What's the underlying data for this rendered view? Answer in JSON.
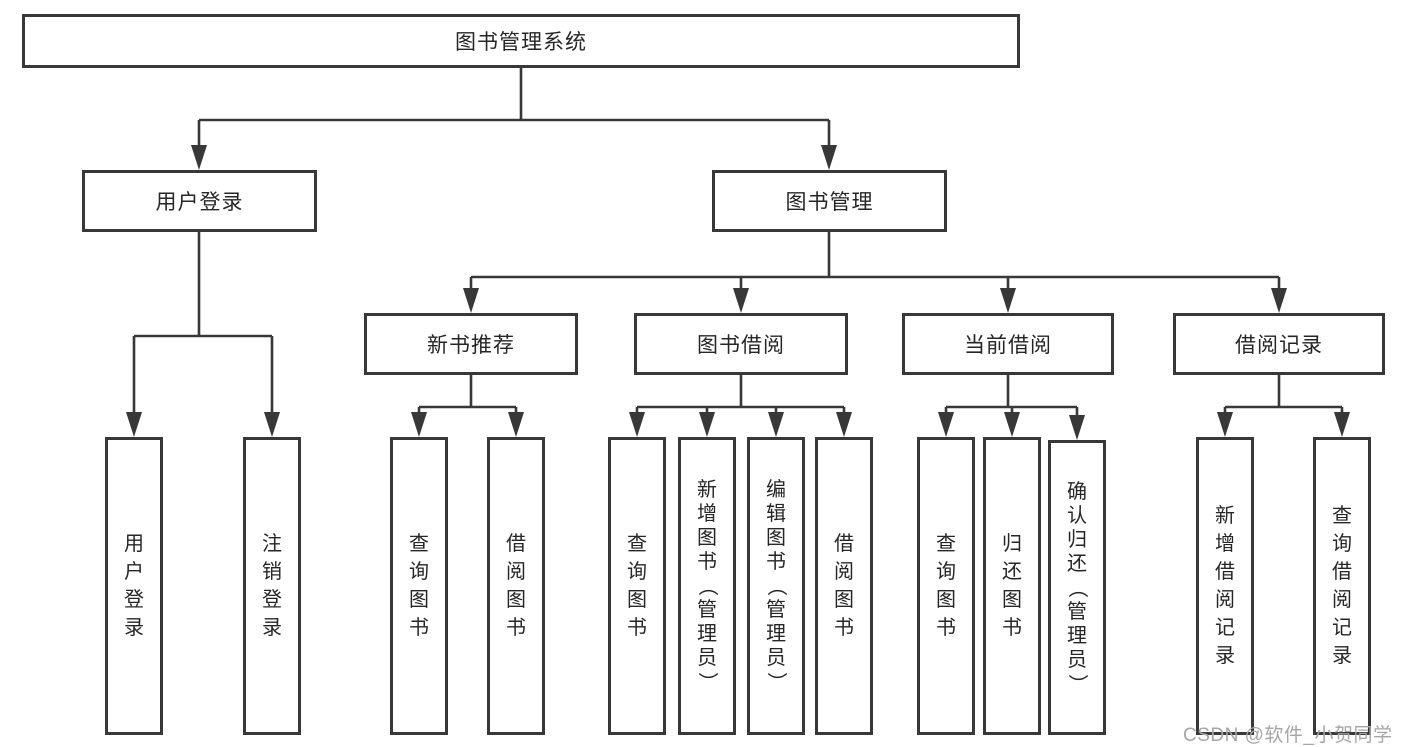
{
  "diagram": {
    "root": {
      "label": "图书管理系统"
    },
    "level2": [
      {
        "label": "用户登录"
      },
      {
        "label": "图书管理"
      }
    ],
    "level3": [
      {
        "label": "新书推荐"
      },
      {
        "label": "图书借阅"
      },
      {
        "label": "当前借阅"
      },
      {
        "label": "借阅记录"
      }
    ],
    "leaves": {
      "user_login": [
        {
          "label": "用户登录"
        },
        {
          "label": "注销登录"
        }
      ],
      "new_book": [
        {
          "label": "查询图书"
        },
        {
          "label": "借阅图书"
        }
      ],
      "borrow": [
        {
          "label": "查询图书"
        },
        {
          "label": "新增图书（管理员）"
        },
        {
          "label": "编辑图书（管理员）"
        },
        {
          "label": "借阅图书"
        }
      ],
      "current": [
        {
          "label": "查询图书"
        },
        {
          "label": "归还图书"
        },
        {
          "label": "确认归还（管理员）"
        }
      ],
      "records": [
        {
          "label": "新增借阅记录"
        },
        {
          "label": "查询借阅记录"
        }
      ]
    }
  },
  "watermark": {
    "text": "CSDN @软件_小贺同学"
  },
  "colors": {
    "line": "#383838",
    "text": "#262626",
    "watermark": "#a6a6a6",
    "background": "#ffffff"
  }
}
